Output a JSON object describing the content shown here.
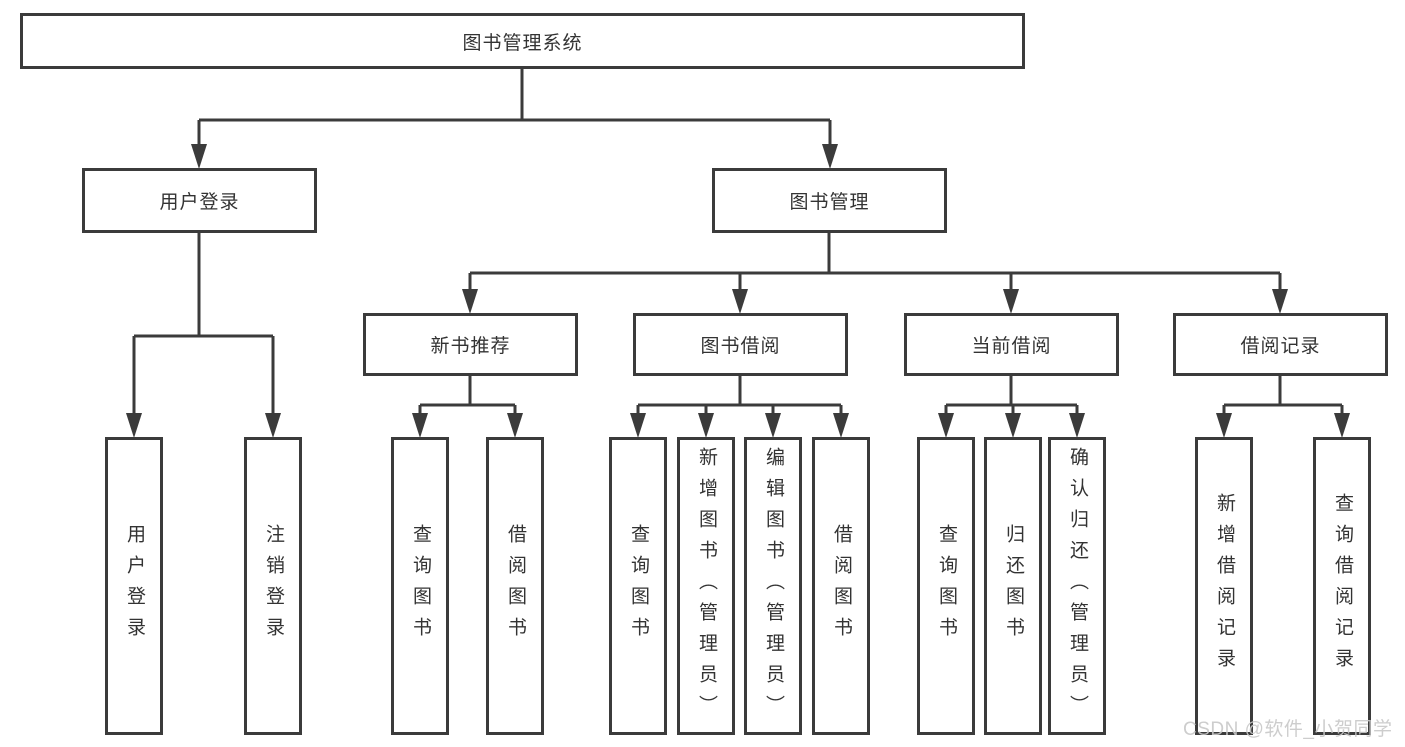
{
  "diagram": {
    "root": {
      "label": "图书管理系统"
    },
    "level2": [
      {
        "label": "用户登录"
      },
      {
        "label": "图书管理"
      }
    ],
    "level3": [
      {
        "label": "新书推荐"
      },
      {
        "label": "图书借阅"
      },
      {
        "label": "当前借阅"
      },
      {
        "label": "借阅记录"
      }
    ],
    "leaves": [
      {
        "label": "用户登录"
      },
      {
        "label": "注销登录"
      },
      {
        "label": "查询图书"
      },
      {
        "label": "借阅图书"
      },
      {
        "label": "查询图书"
      },
      {
        "label": "新增图书（管理员）"
      },
      {
        "label": "编辑图书（管理员）"
      },
      {
        "label": "借阅图书"
      },
      {
        "label": "查询图书"
      },
      {
        "label": "归还图书"
      },
      {
        "label": "确认归还（管理员）"
      },
      {
        "label": "新增借阅记录"
      },
      {
        "label": "查询借阅记录"
      }
    ]
  },
  "watermark": {
    "text": "CSDN @软件_小贺同学"
  },
  "colors": {
    "line": "#3b3b3b",
    "text": "#333333",
    "watermark": "#c8c8c8",
    "background": "#ffffff"
  }
}
